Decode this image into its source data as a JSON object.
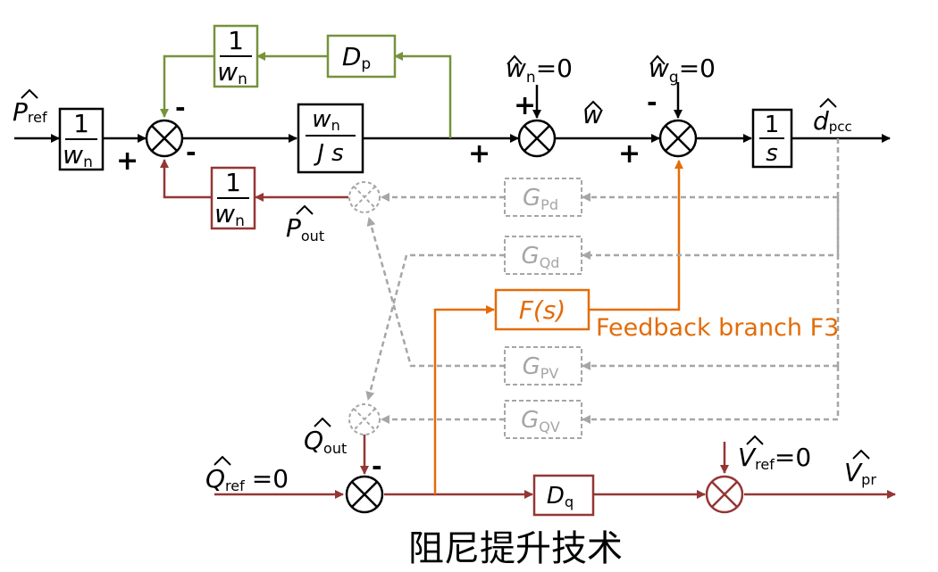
{
  "colors": {
    "main": "#000000",
    "green": "#76923c",
    "red": "#943634",
    "orange": "#e36c09",
    "gray": "#a6a6a6"
  },
  "blocks": {
    "inv_wn_input": {
      "num": "1",
      "den": "w",
      "den_sub": "n"
    },
    "inv_wn_green": {
      "num": "1",
      "den": "w",
      "den_sub": "n"
    },
    "dp": {
      "sym": "D",
      "sub": "p"
    },
    "wn_over_js": {
      "num": "w",
      "num_sub": "n",
      "den": "J s"
    },
    "integrator": {
      "num": "1",
      "den": "s"
    },
    "inv_wn_red": {
      "num": "1",
      "den": "w",
      "den_sub": "n"
    },
    "gpd": {
      "sym": "G",
      "sub": "Pd"
    },
    "gqd": {
      "sym": "G",
      "sub": "Qd"
    },
    "fs": {
      "label": "F(s)"
    },
    "gpv": {
      "sym": "G",
      "sub": "PV"
    },
    "gqv": {
      "sym": "G",
      "sub": "QV"
    },
    "dq": {
      "sym": "D",
      "sub": "q"
    }
  },
  "signals": {
    "p_ref": {
      "sym": "P",
      "sub": "ref"
    },
    "w_n_zero": {
      "sym": "w",
      "sub": "n",
      "val": "=0"
    },
    "w_g_zero": {
      "sym": "w",
      "sub": "g",
      "val": "=0"
    },
    "w_hat": {
      "sym": "w"
    },
    "d_pcc": {
      "sym": "d",
      "sub": "pcc"
    },
    "p_out": {
      "sym": "P",
      "sub": "out"
    },
    "q_out": {
      "sym": "Q",
      "sub": "out"
    },
    "q_ref": {
      "sym": "Q",
      "sub": "ref",
      "val": "=0"
    },
    "v_ref": {
      "sym": "V",
      "sub": "ref",
      "val": "=0"
    },
    "v_pr": {
      "sym": "V",
      "sub": "pr"
    }
  },
  "signs": {
    "plus": "+",
    "minus": "-"
  },
  "annotations": {
    "feedback_branch": "Feedback branch F3",
    "caption": "阻尼提升技术"
  }
}
